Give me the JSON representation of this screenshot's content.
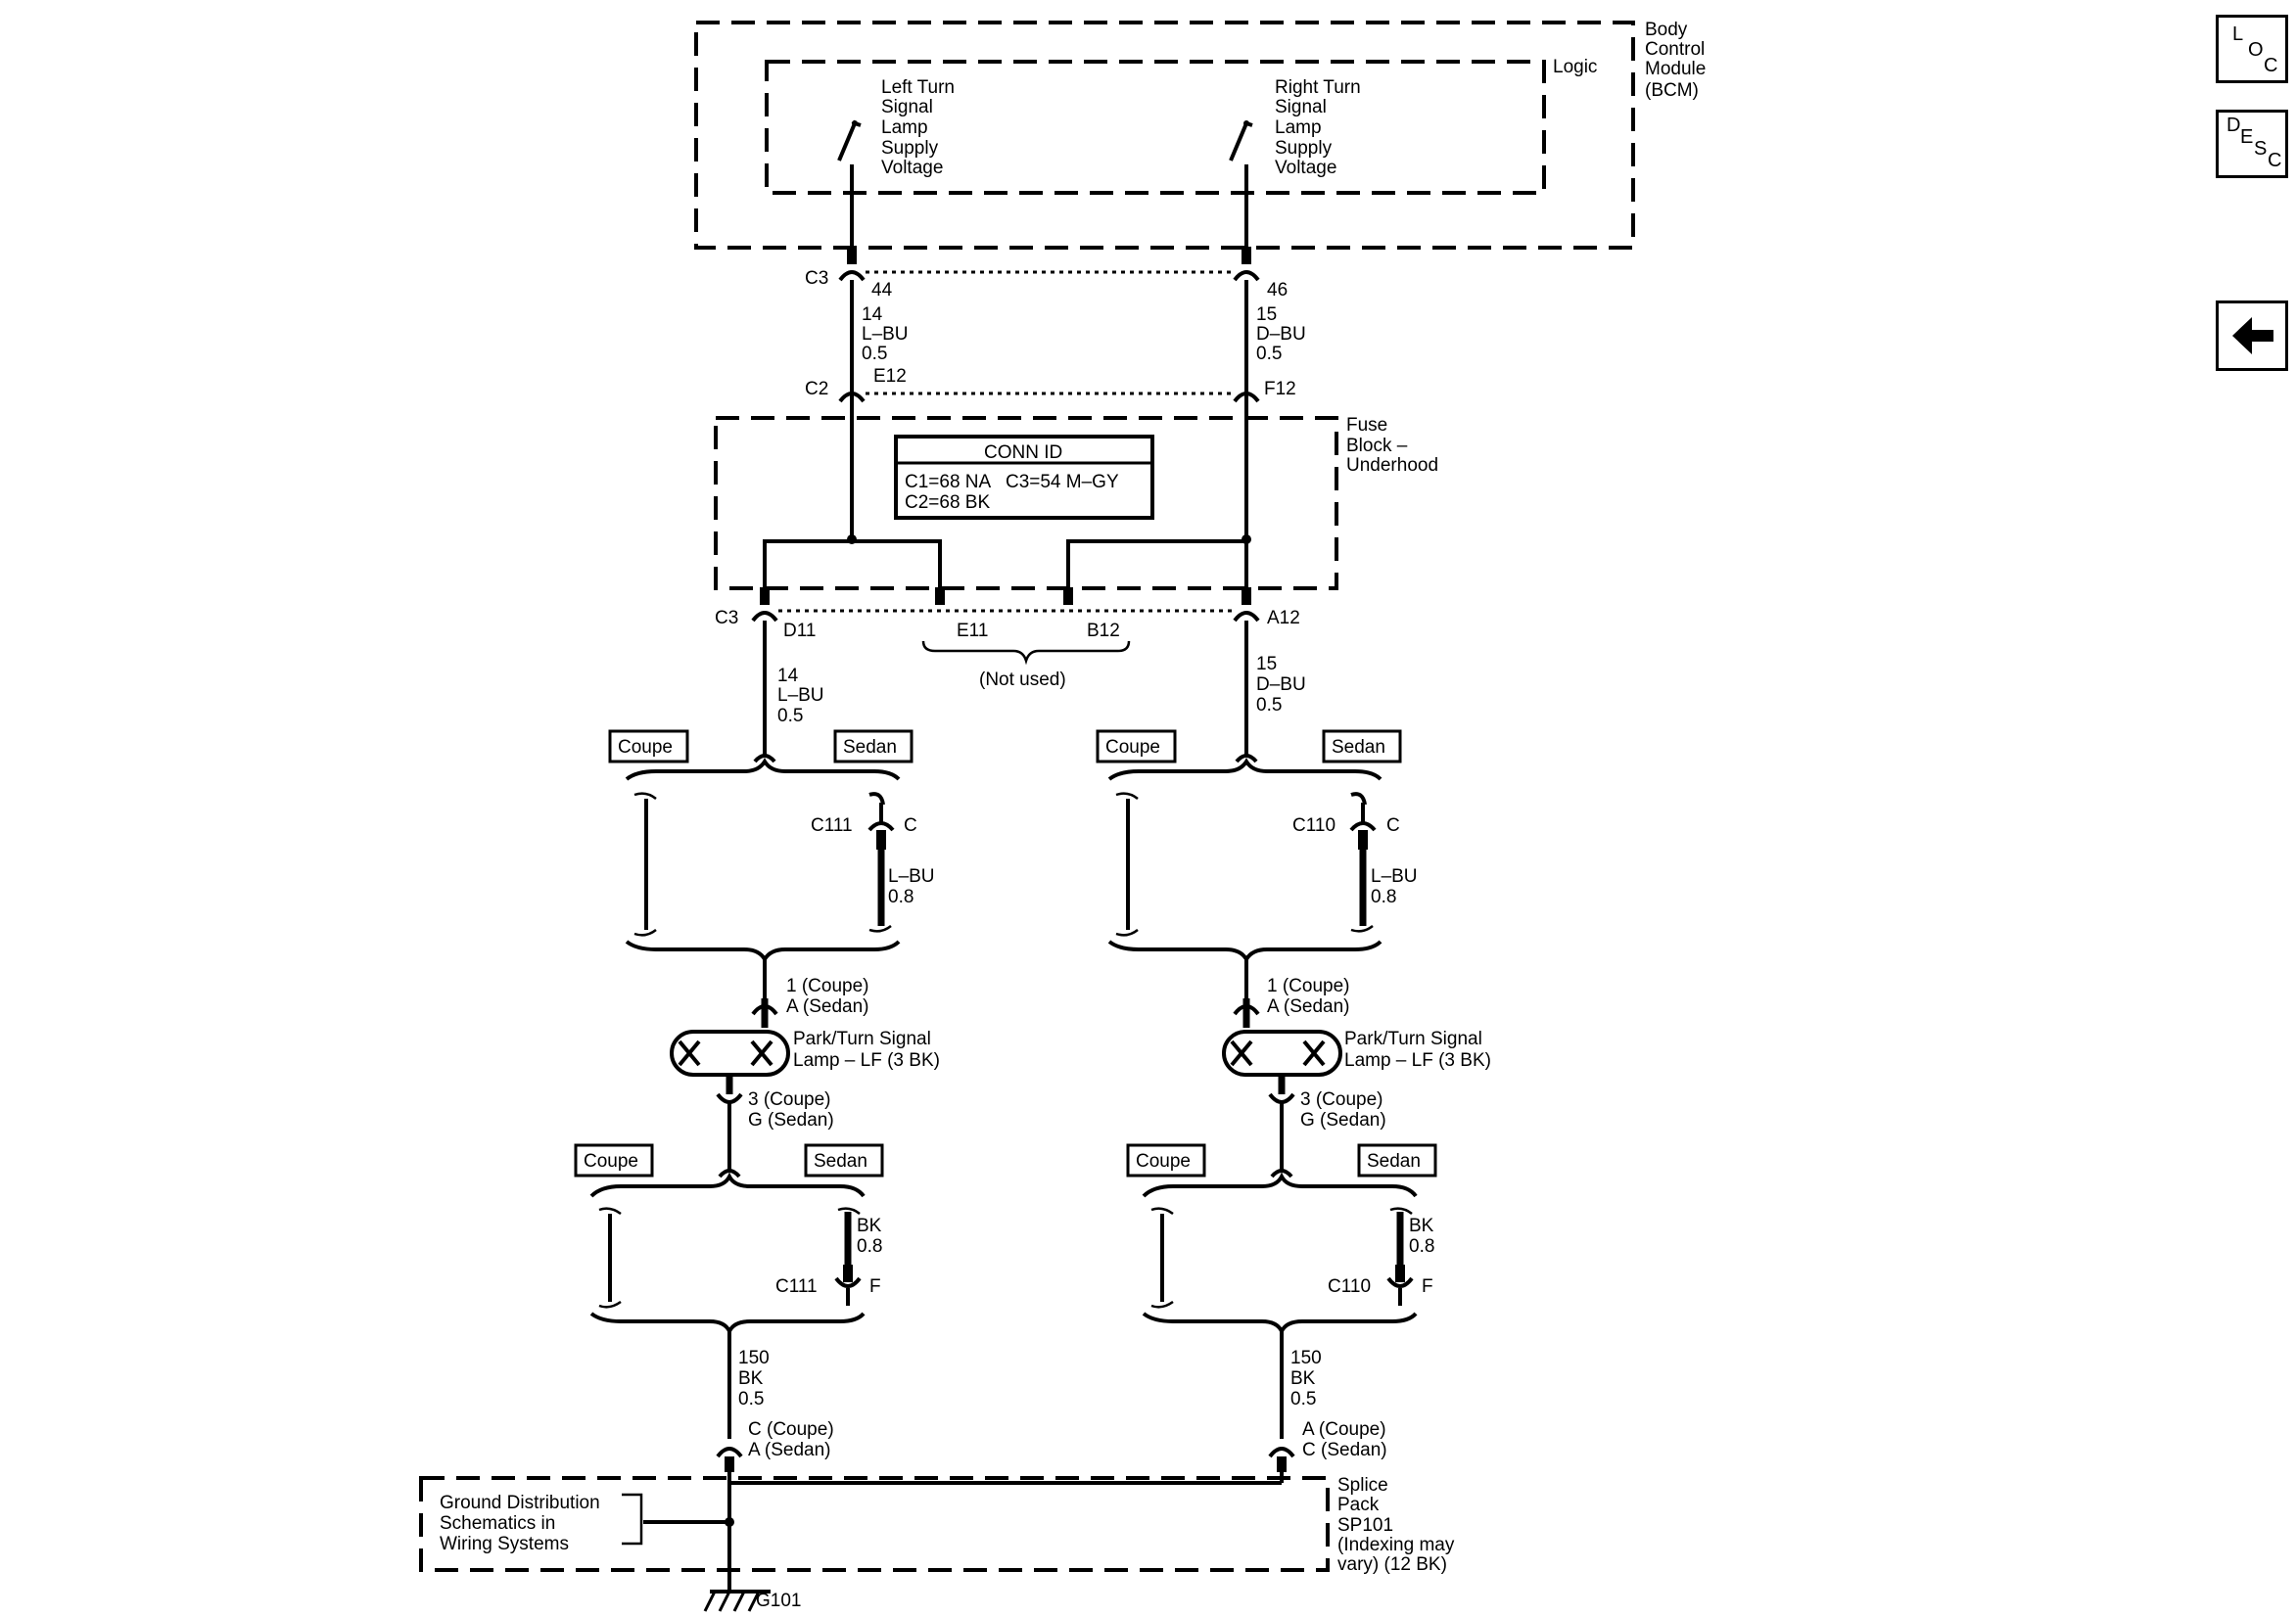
{
  "nav": {
    "loc": [
      "L",
      "O",
      "C"
    ],
    "desc": [
      "D",
      "E",
      "S",
      "C"
    ],
    "back_icon": "left-arrow-icon"
  },
  "bcm": {
    "label": [
      "Body",
      "Control",
      "Module",
      "(BCM)"
    ],
    "logic": "Logic",
    "left_switch": [
      "Left Turn",
      "Signal",
      "Lamp",
      "Supply",
      "Voltage"
    ],
    "right_switch": [
      "Right Turn",
      "Signal",
      "Lamp",
      "Supply",
      "Voltage"
    ]
  },
  "top_wires": {
    "conn_c3": "C3",
    "conn_c2": "C2",
    "left": {
      "pin": "44",
      "circuit": "14",
      "color": "L–BU",
      "gauge": "0.5",
      "c2_pin": "E12"
    },
    "right": {
      "pin": "46",
      "circuit": "15",
      "color": "D–BU",
      "gauge": "0.5",
      "c2_pin": "F12"
    }
  },
  "fuse_block": {
    "label": [
      "Fuse",
      "Block –",
      "Underhood"
    ],
    "conn_id_title": "CONN ID",
    "conn_id_lines": [
      "C1=68 NA   C3=54 M–GY",
      "C2=68 BK"
    ],
    "conn_c3": "C3",
    "pins": {
      "d11": "D11",
      "e11": "E11",
      "b12": "B12",
      "a12": "A12"
    },
    "not_used": "(Not used)"
  },
  "left_branch": {
    "wire1": [
      "14",
      "L–BU",
      "0.5"
    ],
    "coupe": "Coupe",
    "sedan": "Sedan",
    "conn1": "C111",
    "conn1_pin": "C",
    "jumper1": [
      "L–BU",
      "0.8"
    ],
    "lamp_pin_top": [
      "1 (Coupe)",
      "A (Sedan)"
    ],
    "lamp": [
      "Park/Turn Signal",
      "Lamp – LF (3 BK)"
    ],
    "lamp_pin_bottom": [
      "3 (Coupe)",
      "G (Sedan)"
    ],
    "jumper2": [
      "BK",
      "0.8"
    ],
    "conn2": "C111",
    "conn2_pin": "F",
    "ground_wire": [
      "150",
      "BK",
      "0.5"
    ],
    "splice_pin": [
      "C (Coupe)",
      "A (Sedan)"
    ]
  },
  "right_branch": {
    "wire1": [
      "15",
      "D–BU",
      "0.5"
    ],
    "coupe": "Coupe",
    "sedan": "Sedan",
    "conn1": "C110",
    "conn1_pin": "C",
    "jumper1": [
      "L–BU",
      "0.8"
    ],
    "lamp_pin_top": [
      "1 (Coupe)",
      "A (Sedan)"
    ],
    "lamp": [
      "Park/Turn Signal",
      "Lamp – LF (3 BK)"
    ],
    "lamp_pin_bottom": [
      "3 (Coupe)",
      "G (Sedan)"
    ],
    "jumper2": [
      "BK",
      "0.8"
    ],
    "conn2": "C110",
    "conn2_pin": "F",
    "ground_wire": [
      "150",
      "BK",
      "0.5"
    ],
    "splice_pin": [
      "A (Coupe)",
      "C (Sedan)"
    ]
  },
  "ground": {
    "reference": [
      "Ground Distribution",
      "Schematics in",
      "Wiring Systems"
    ],
    "splice_pack": [
      "Splice",
      "Pack",
      "SP101",
      "(Indexing may",
      "vary) (12 BK)"
    ],
    "ground_id": "G101"
  }
}
